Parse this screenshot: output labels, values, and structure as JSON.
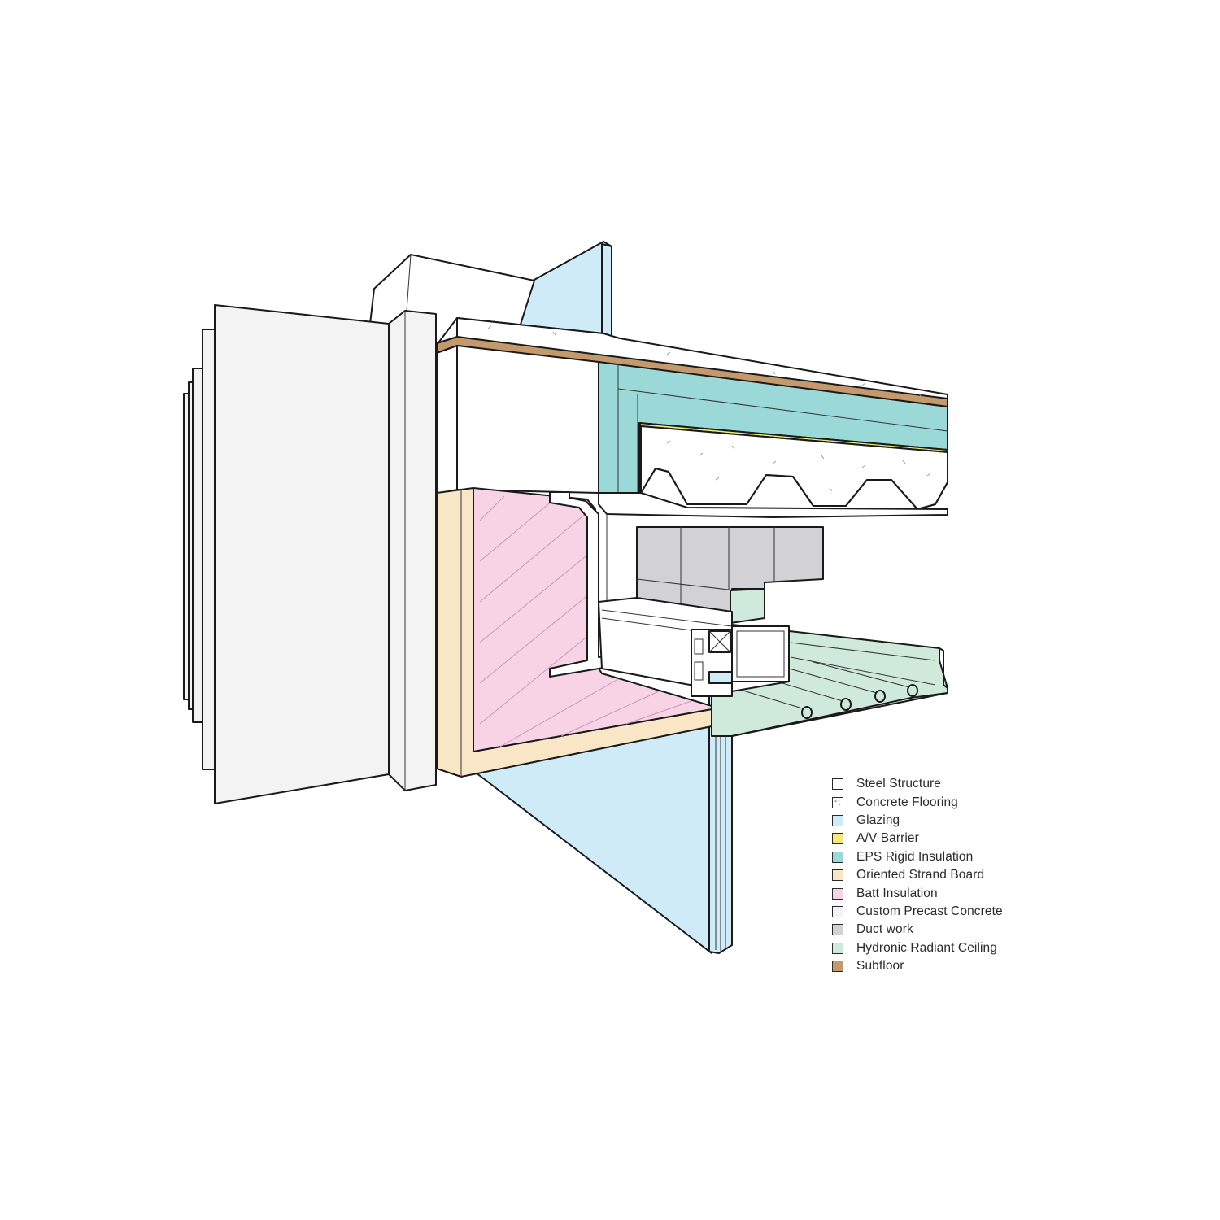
{
  "colors": {
    "steel": "#ffffff",
    "concrete": "#ffffff",
    "glazing": "#cfebf8",
    "av_barrier": "#f2ea7a",
    "eps": "#9bd9d8",
    "osb": "#f8e6c6",
    "batt": "#f8d3e6",
    "precast": "#f3f3f3",
    "duct": "#d2d2d4",
    "hydronic": "#cfeadb",
    "subfloor": "#c3996d"
  },
  "legend": [
    {
      "label": "Steel Structure",
      "color": "#ffffff",
      "pattern": "none"
    },
    {
      "label": "Concrete Flooring",
      "color": "#ffffff",
      "pattern": "speckle"
    },
    {
      "label": "Glazing",
      "color": "#cfebf8",
      "pattern": "none"
    },
    {
      "label": "A/V Barrier",
      "color": "#f2ea7a",
      "pattern": "none"
    },
    {
      "label": "EPS Rigid Insulation",
      "color": "#9bd9d8",
      "pattern": "none"
    },
    {
      "label": "Oriented Strand Board",
      "color": "#f8e6c6",
      "pattern": "none"
    },
    {
      "label": "Batt Insulation",
      "color": "#f8d3e6",
      "pattern": "none"
    },
    {
      "label": "Custom Precast Concrete",
      "color": "#f3f3f3",
      "pattern": "none"
    },
    {
      "label": "Duct work",
      "color": "#d2d2d4",
      "pattern": "none"
    },
    {
      "label": "Hydronic Radiant Ceiling",
      "color": "#cfeadb",
      "pattern": "none"
    },
    {
      "label": "Subfloor",
      "color": "#c3996d",
      "pattern": "none"
    }
  ]
}
